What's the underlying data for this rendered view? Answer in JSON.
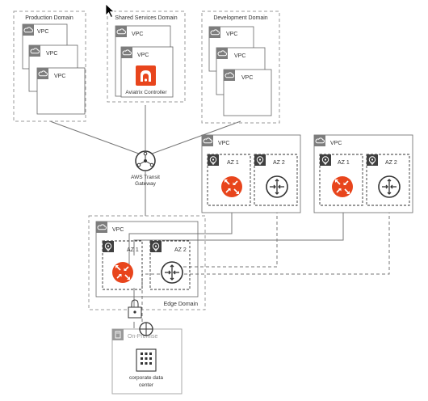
{
  "domains": {
    "production": "Production Domain",
    "shared": "Shared Services Domain",
    "development": "Development Domain",
    "edge": "Edge Domain"
  },
  "vpc_label": "VPC",
  "aviatrix_controller": "Aviatrix Controller",
  "transit_gateway": [
    "AWS Transit",
    "Gateway"
  ],
  "az1": "AZ 1",
  "az2": "AZ 2",
  "on_premise": "On-Premise",
  "datacenter": [
    "corporate data",
    "center"
  ],
  "colors": {
    "router_orange": "#e8451c",
    "aviatrix_orange": "#e8451c",
    "dashed_border": "#9a9a9a",
    "line": "#777777"
  },
  "icons": [
    "cloud-icon",
    "location-pin-icon",
    "router-icon",
    "vgw-icon",
    "transit-gateway-icon",
    "lock-icon",
    "building-icon",
    "aviatrix-logo-icon"
  ]
}
